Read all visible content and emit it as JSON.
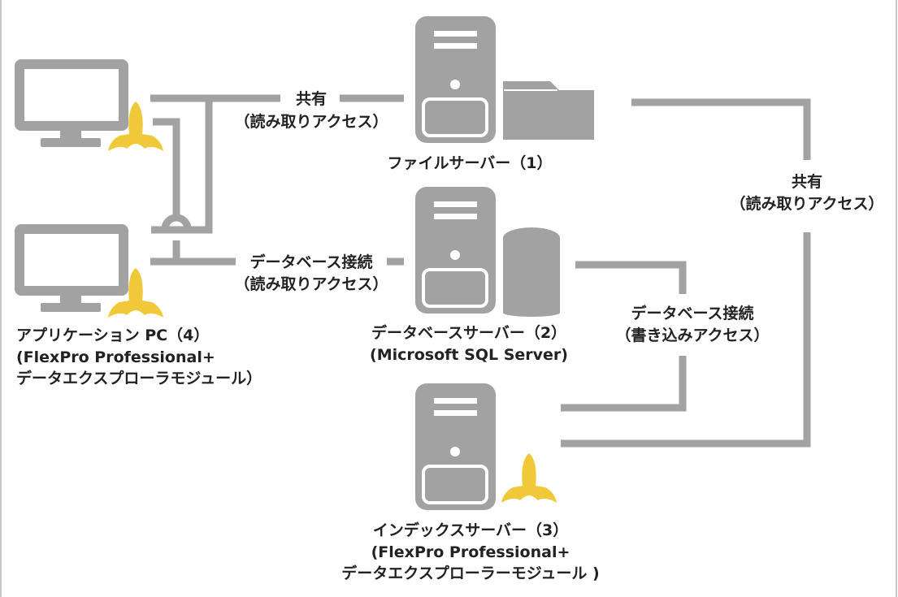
{
  "colors": {
    "device": "#a2a2a2",
    "line": "#a2a2a2",
    "icon_inner": "#ffffff",
    "flexpro": "#f0c93a",
    "text": "#222222",
    "frame": "#c8c8c8"
  },
  "nodes": {
    "file_server": {
      "label": "ファイルサーバー（1）"
    },
    "db_server": {
      "label": "データベースサーバー（2）",
      "sub": "(Microsoft SQL Server)"
    },
    "index_server": {
      "label": "インデックスサーバー（3）",
      "sub1": "(FlexPro Professional+",
      "sub2": "データエクスプローラーモジュール )"
    },
    "app_pc": {
      "label": "アプリケーション PC（4）",
      "sub1": "(FlexPro Professional+",
      "sub2": "データエクスプローラモジュール）"
    }
  },
  "edges": {
    "pc_file": {
      "line1": "共有",
      "line2": "（読み取りアクセス）"
    },
    "pc_db": {
      "line1": "データベース接続",
      "line2": "（読み取りアクセス）"
    },
    "index_db": {
      "line1": "データベース接続",
      "line2": "（書き込みアクセス）"
    },
    "index_file": {
      "line1": "共有",
      "line2": "（読み取りアクセス）"
    }
  }
}
